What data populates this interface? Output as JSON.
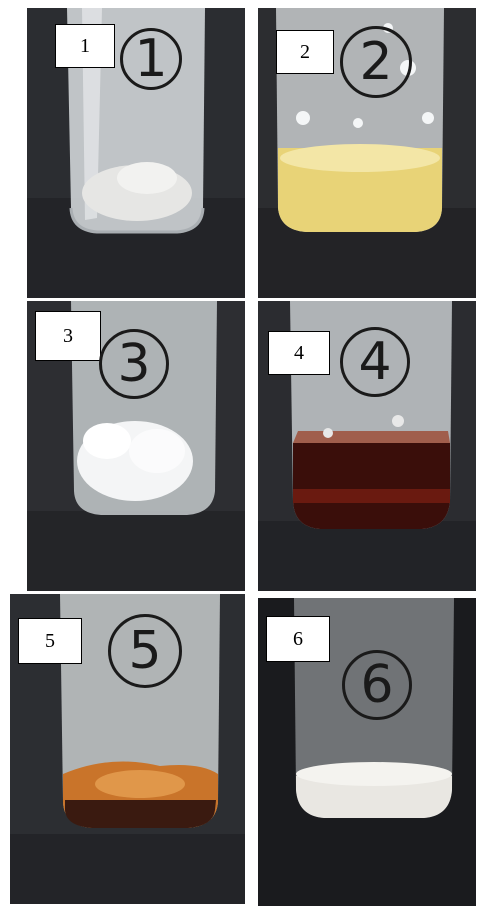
{
  "panels": [
    {
      "id": 1,
      "label": "1",
      "marker": "1"
    },
    {
      "id": 2,
      "label": "2",
      "marker": "2"
    },
    {
      "id": 3,
      "label": "3",
      "marker": "3"
    },
    {
      "id": 4,
      "label": "4",
      "marker": "4"
    },
    {
      "id": 5,
      "label": "5",
      "marker": "5"
    },
    {
      "id": 6,
      "label": "6",
      "marker": "6"
    }
  ],
  "colors": {
    "bench": "#2a2b2f",
    "glass": "#cfd3d6",
    "panel2_liquid": "#e9d57a",
    "panel4_liquid": "#3b0f0a",
    "panel5_solid": "#c9742a",
    "panel6_powder": "#e9e7e2"
  }
}
